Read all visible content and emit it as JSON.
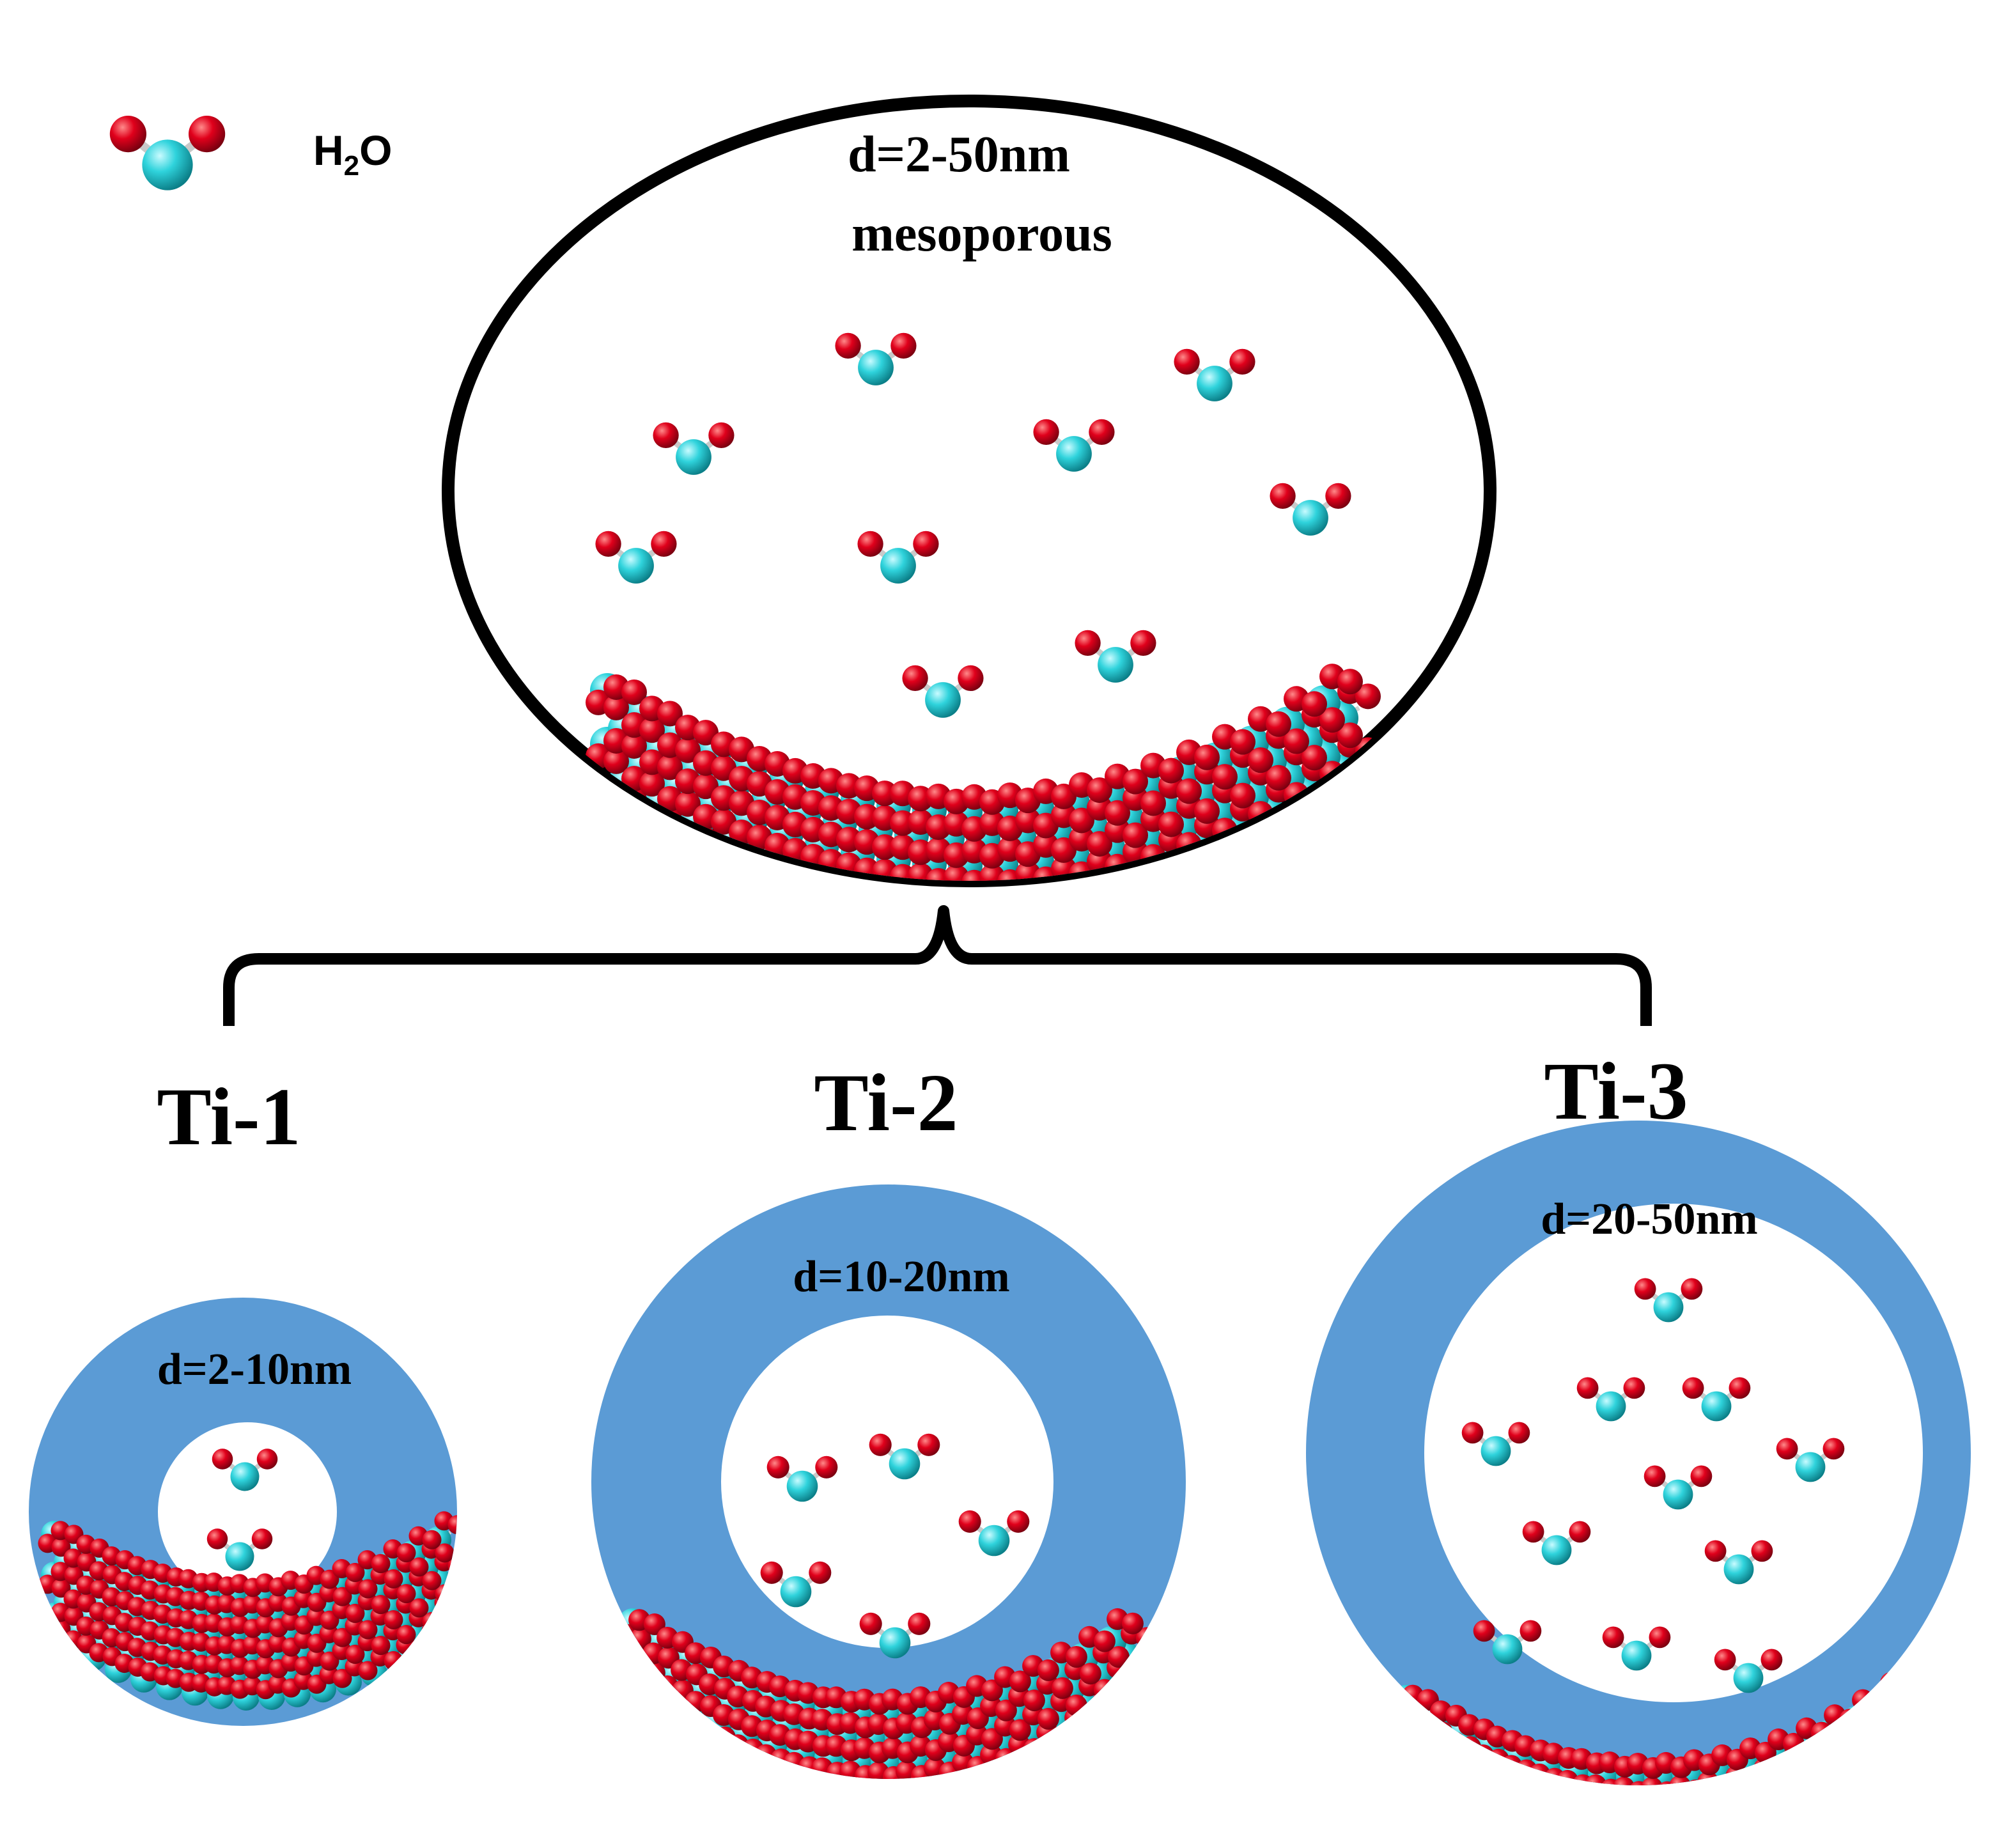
{
  "legend": {
    "molecule_icon": "water-molecule-icon",
    "label_main": "H",
    "label_sub": "2",
    "label_tail": "O"
  },
  "main_pore": {
    "diameter_label": "d=2-50nm",
    "type_label": "mesoporous"
  },
  "samples": [
    {
      "name": "Ti-1",
      "diameter_label": "d=2-10nm"
    },
    {
      "name": "Ti-2",
      "diameter_label": "d=10-20nm"
    },
    {
      "name": "Ti-3",
      "diameter_label": "d=20-50nm"
    }
  ],
  "colors": {
    "oxygen": "#e0001b",
    "titanium": "#2fd3dc",
    "ring": "#5b9bd5",
    "outline": "#000000"
  }
}
